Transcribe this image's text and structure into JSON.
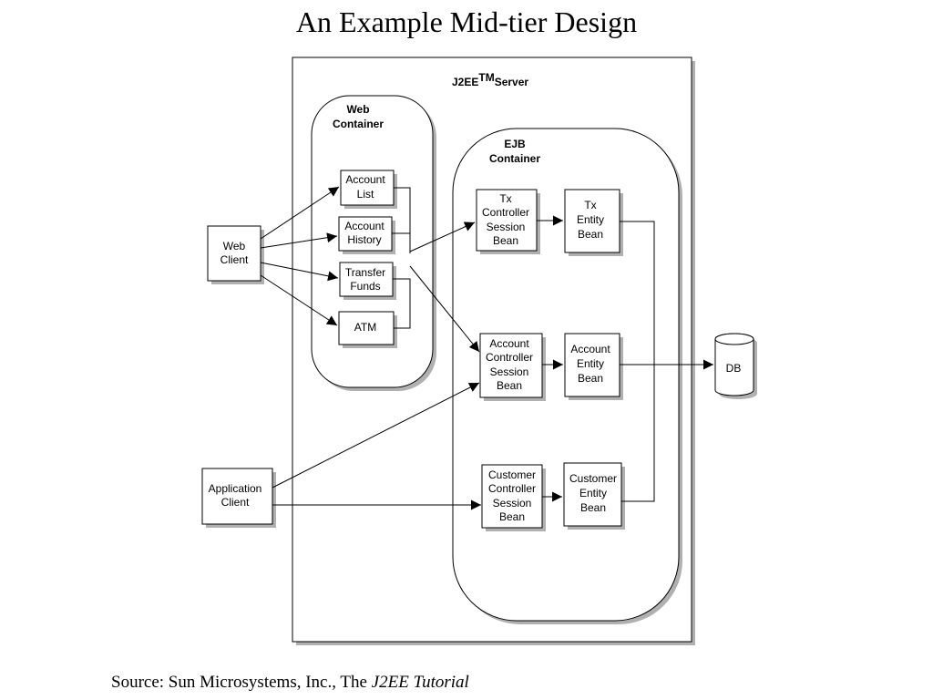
{
  "title": "An Example Mid-tier Design",
  "server": {
    "label": "J2EE",
    "sup": "TM",
    "suffix": "Server"
  },
  "web_container": {
    "line1": "Web",
    "line2": "Container"
  },
  "ejb_container": {
    "line1": "EJB",
    "line2": "Container"
  },
  "nodes": {
    "web_client": [
      "Web",
      "Client"
    ],
    "application_client": [
      "Application",
      "Client"
    ],
    "account_list": [
      "Account",
      "List"
    ],
    "account_history": [
      "Account",
      "History"
    ],
    "transfer_funds": [
      "Transfer",
      "Funds"
    ],
    "atm": [
      "ATM"
    ],
    "tx_controller": [
      "Tx",
      "Controller",
      "Session",
      "Bean"
    ],
    "tx_entity": [
      "Tx",
      "Entity",
      "Bean"
    ],
    "account_controller": [
      "Account",
      "Controller",
      "Session",
      "Bean"
    ],
    "account_entity": [
      "Account",
      "Entity",
      "Bean"
    ],
    "customer_controller": [
      "Customer",
      "Controller",
      "Session",
      "Bean"
    ],
    "customer_entity": [
      "Customer",
      "Entity",
      "Bean"
    ],
    "db": [
      "DB"
    ]
  },
  "source": {
    "prefix": "Source: Sun Microsystems, Inc., The ",
    "italic": "J2EE Tutorial"
  }
}
